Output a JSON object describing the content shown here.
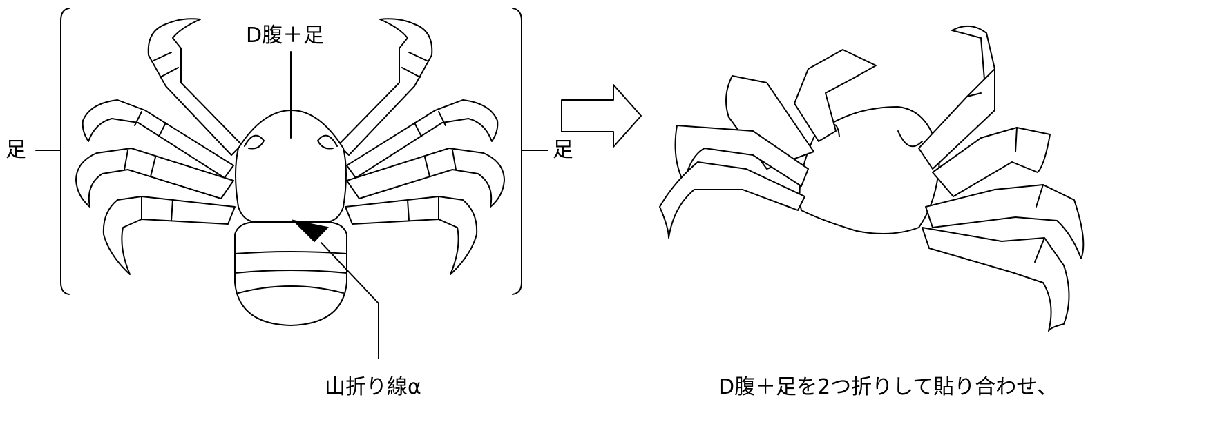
{
  "labels": {
    "leg_left": "足",
    "leg_right": "足",
    "abdomen_legs": "D腹＋足",
    "fold_line": "山折り線α",
    "instruction": "D腹＋足を2つ折りして貼り合わせ、"
  },
  "icons": {
    "flat_crab": "crab-flat-diagram-icon",
    "folded_crab": "crab-folded-diagram-icon",
    "direction_arrow": "arrow-right-icon",
    "pointer_arrow": "pointer-arrow-icon"
  }
}
